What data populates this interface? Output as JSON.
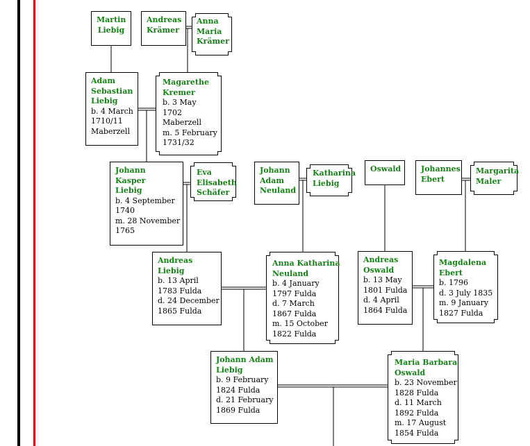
{
  "people": {
    "martin": {
      "name": [
        "Martin",
        "Liebig"
      ],
      "details": []
    },
    "andreas_k": {
      "name": [
        "Andreas",
        "Krämer"
      ],
      "details": []
    },
    "anna_maria": {
      "name": [
        "Anna",
        "Maria",
        "Krämer"
      ],
      "details": []
    },
    "adam": {
      "name": [
        "Adam",
        "Sebastian",
        "Liebig"
      ],
      "details": [
        "b. 4 March",
        "1710/11",
        "Maberzell"
      ]
    },
    "magarethe": {
      "name": [
        "Magarethe",
        "Kremer"
      ],
      "details": [
        "b. 3 May",
        "1702",
        "Maberzell",
        "m. 5 February",
        "1731/32"
      ]
    },
    "johann_kasper": {
      "name": [
        "Johann",
        "Kasper",
        "Liebig"
      ],
      "details": [
        "b. 4 September",
        "1740",
        "m. 28 November",
        "1765"
      ]
    },
    "eva": {
      "name": [
        "Eva",
        "Elisabeth",
        "Schäfer"
      ],
      "details": []
    },
    "johann_adam_n": {
      "name": [
        "Johann",
        "Adam",
        "Neuland"
      ],
      "details": []
    },
    "katharina": {
      "name": [
        "Katharina",
        "Liebig"
      ],
      "details": []
    },
    "oswald": {
      "name": [
        "Oswald"
      ],
      "details": []
    },
    "johannes": {
      "name": [
        "Johannes",
        "Ebert"
      ],
      "details": []
    },
    "margarita": {
      "name": [
        "Margarita",
        "Maler"
      ],
      "details": []
    },
    "andreas_l": {
      "name": [
        "Andreas",
        "Liebig"
      ],
      "details": [
        "b. 13 April",
        "1783 Fulda",
        "d. 24 December",
        "1865 Fulda"
      ]
    },
    "anna_k": {
      "name": [
        "Anna Katharina",
        "Neuland"
      ],
      "details": [
        "b. 4 January",
        "1797 Fulda",
        "d. 7 March",
        "1867 Fulda",
        "m. 15 October",
        "1822 Fulda"
      ]
    },
    "andreas_o": {
      "name": [
        "Andreas",
        "Oswald"
      ],
      "details": [
        "b. 13 May",
        "1801 Fulda",
        "d. 4 April",
        "1864 Fulda"
      ]
    },
    "magdalena": {
      "name": [
        "Magdalena",
        "Ebert"
      ],
      "details": [
        "b. 1796",
        "d. 3 July 1835",
        "m. 9 January",
        "1827 Fulda"
      ]
    },
    "johann_adam_l": {
      "name": [
        "Johann Adam",
        "Liebig"
      ],
      "details": [
        "b. 9 February",
        "1824 Fulda",
        "d. 21 February",
        "1869 Fulda"
      ]
    },
    "maria": {
      "name": [
        "Maria Barbara",
        "Oswald"
      ],
      "details": [
        "b. 23 November",
        "1828 Fulda",
        "d. 11 March",
        "1892 Fulda",
        "m. 17 August",
        "1854 Fulda"
      ]
    }
  },
  "colors": {
    "name": "#158015",
    "border": "#000000",
    "rail_left": "#000000",
    "rail_right": "#d40000"
  }
}
